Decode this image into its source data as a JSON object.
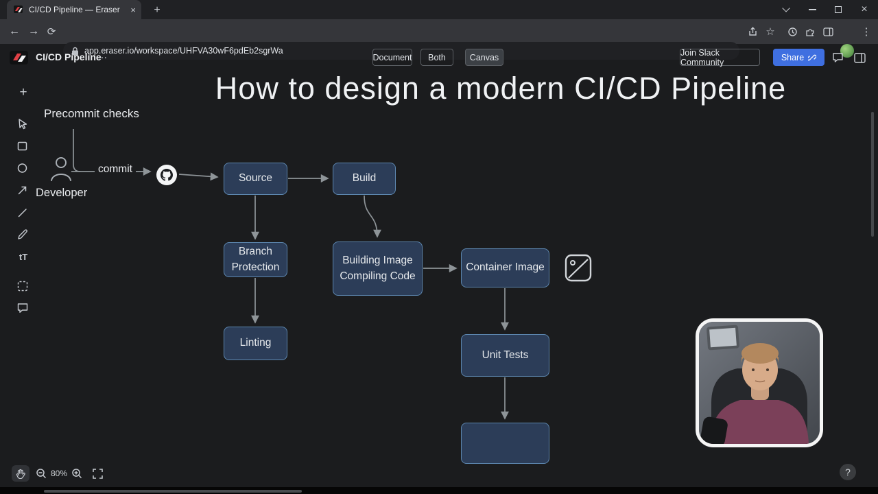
{
  "browser": {
    "tab_title": "CI/CD Pipeline — Eraser",
    "url": "app.eraser.io/workspace/UHFVA30wF6pdEb2sgrWa"
  },
  "glyphs": {
    "close": "×",
    "new_tab": "+",
    "back": "←",
    "forward": "→",
    "reload": "⟳",
    "kebab": "⋮",
    "ellipsis": "…",
    "star": "☆",
    "plus_tool": "+",
    "text_tool": "tT",
    "help": "?"
  },
  "header": {
    "document_title": "CI/CD Pipeline",
    "view_toggle": {
      "document": "Document",
      "both": "Both",
      "canvas": "Canvas",
      "selected": "Canvas"
    },
    "join_slack": "Join Slack Community",
    "share": "Share"
  },
  "canvas": {
    "title": "How to design a modern CI/CD Pipeline",
    "precommit_label": "Precommit checks",
    "developer_label": "Developer",
    "commit_label": "commit",
    "nodes": {
      "source": "Source",
      "build": "Build",
      "branch_protection": "Branch\nProtection",
      "linting": "Linting",
      "building_image": "Building Image\nCompiling Code",
      "container_image": "Container Image",
      "unit_tests": "Unit Tests",
      "empty": ""
    }
  },
  "footer": {
    "zoom_level": "80%"
  },
  "colors": {
    "node_fill": "#2c3d58",
    "node_border": "#5d87b0",
    "connector": "#8e9498",
    "share_blue": "#3f6fe0",
    "canvas_bg": "#1b1c1e"
  }
}
